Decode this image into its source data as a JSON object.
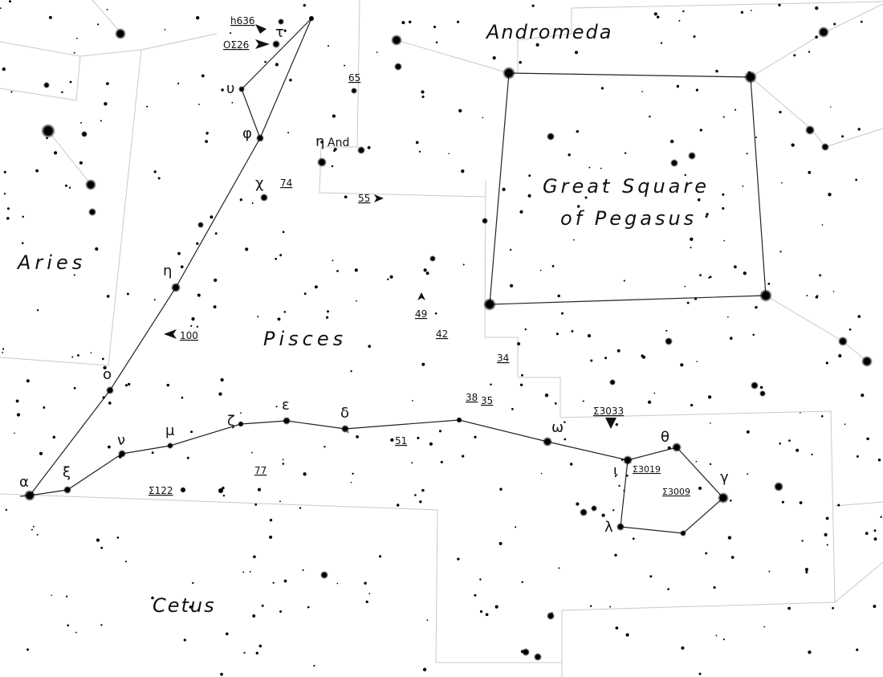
{
  "constellations": {
    "andromeda": "Andromeda",
    "square1": "Great Square",
    "square2": "of Pegasus",
    "aries": "Aries",
    "pisces": "Pisces",
    "cetus": "Cetus"
  },
  "greek": {
    "tau": "τ",
    "upsilon": "υ",
    "phi": "φ",
    "chi": "χ",
    "eta": "η",
    "eta_and": "η",
    "and": "And",
    "omicron": "ο",
    "alpha": "α",
    "xi": "ξ",
    "nu": "ν",
    "mu": "μ",
    "zeta": "ζ",
    "epsilon": "ε",
    "delta": "δ",
    "omega": "ω",
    "iota": "ι",
    "theta": "θ",
    "gamma": "γ",
    "lambda": "λ"
  },
  "designations": {
    "h636": "h636",
    "os26": "OΣ26",
    "n65": "65",
    "n74": "74",
    "n55": "55",
    "n49": "49",
    "n42": "42",
    "n100": "100",
    "n34": "34",
    "n38": "38",
    "n35": "35",
    "n51": "51",
    "n77": "77",
    "s122": "Σ122",
    "s3033": "Σ3033",
    "s3019": "Σ3019",
    "s3009": "Σ3009"
  },
  "colors": {
    "star": "#000000",
    "boundary": "#c8c8c8",
    "figure": "#222222"
  }
}
